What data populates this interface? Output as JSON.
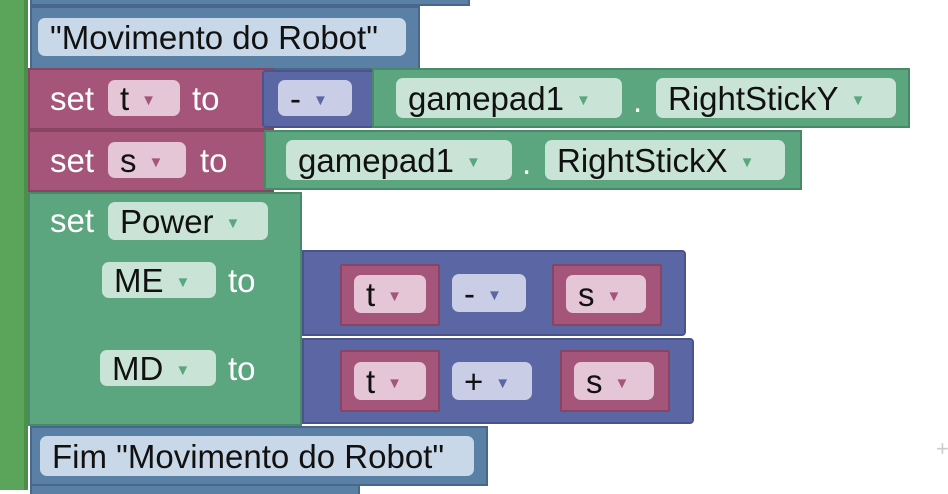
{
  "comment_top": "\"Movimento do Robot\"",
  "comment_bottom": "Fim \"Movimento do Robot\"",
  "set_t": {
    "keyword": "set",
    "variable": "t",
    "to": "to",
    "operator": "-",
    "object": "gamepad1",
    "dot": ".",
    "property": "RightStickY"
  },
  "set_s": {
    "keyword": "set",
    "variable": "s",
    "to": "to",
    "object": "gamepad1",
    "dot": ".",
    "property": "RightStickX"
  },
  "set_power": {
    "keyword": "set",
    "target": "Power",
    "me": {
      "name": "ME",
      "to": "to",
      "left": "t",
      "op": "-",
      "right": "s"
    },
    "md": {
      "name": "MD",
      "to": "to",
      "left": "t",
      "op": "+",
      "right": "s"
    }
  },
  "dropdown_glyph": "▼",
  "colors": {
    "comment_block": "#5b80a5",
    "variable_block": "#a5557a",
    "gamepad_block": "#5ba57f",
    "math_block": "#5b67a5",
    "gutter": "#5ba55b"
  }
}
